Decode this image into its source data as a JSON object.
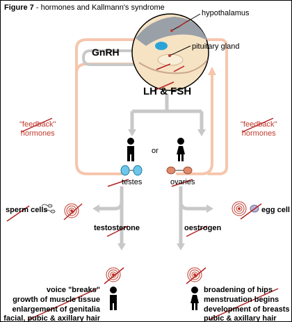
{
  "figure": {
    "caption_bold": "Figure 7",
    "caption_rest": " - hormones and Kallmann's syndrome"
  },
  "labels": {
    "hypothalamus": "hypothalamus",
    "pituitary": "pituitary gland",
    "gnrh": "GnRH",
    "lh_fsh": "LH & FSH",
    "or": "or",
    "testes": "testes",
    "ovaries": "ovaries",
    "sperm": "sperm cells",
    "egg": "egg cell",
    "testosterone": "testosterone",
    "oestrogen": "oestrogen",
    "feedback_left": [
      "\"feedback\"",
      "hormones"
    ],
    "feedback_right": [
      "\"feedback\"",
      "hormones"
    ]
  },
  "male_effects": [
    "voice \"breaks\"",
    "growth of muscle tissue",
    "enlargement of genitalia",
    "facial, pubic & axillary hair"
  ],
  "female_effects": [
    "broadening of hips",
    "menstruation begins",
    "development of breasts",
    "pubic & axillary hair"
  ],
  "colors": {
    "feedback": "#f5c6ad",
    "flow": "#c8c8c8",
    "cross": "#b22222",
    "target": "#c0392b",
    "testes": "#6ec6ea",
    "ovaries": "#e08a6a",
    "border": "#000000"
  }
}
